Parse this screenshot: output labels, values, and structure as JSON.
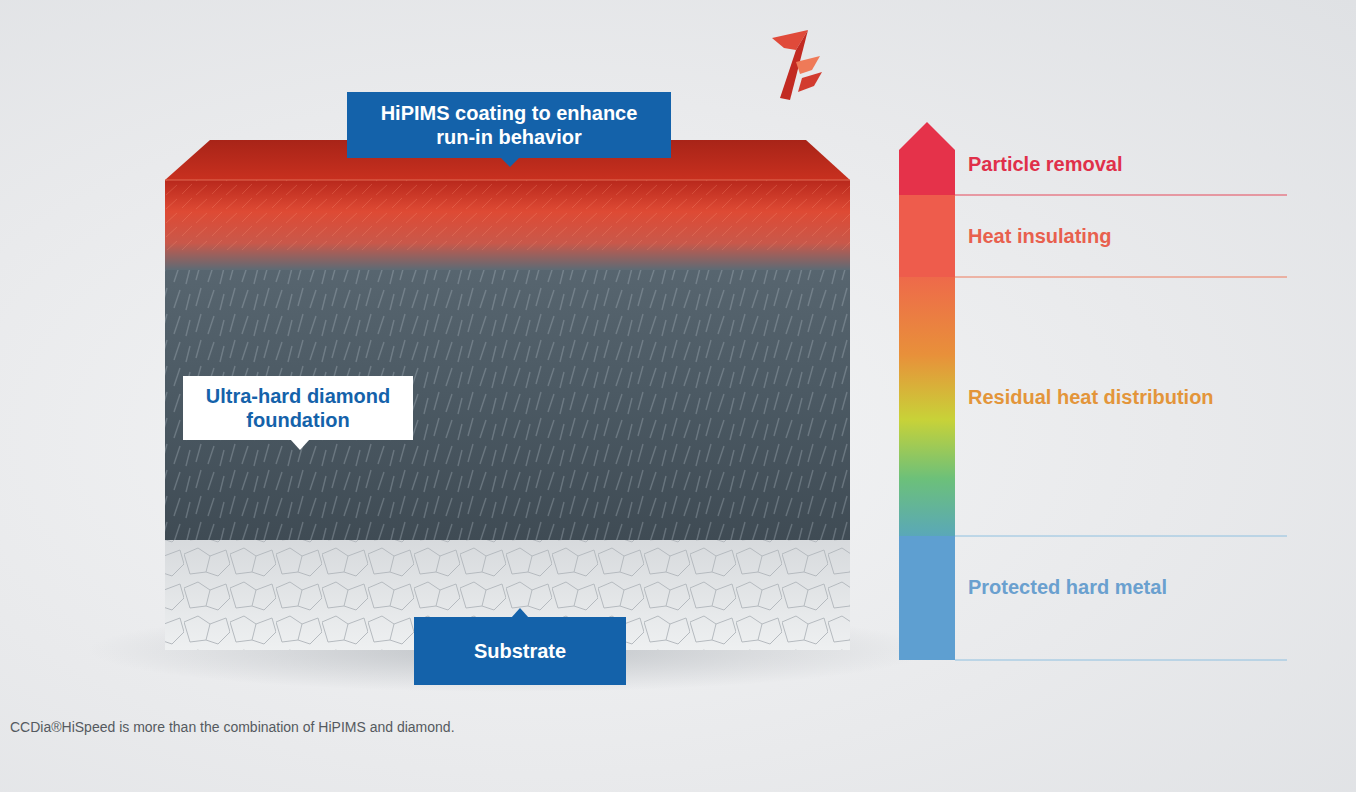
{
  "diagram": {
    "caption": "CCDia®HiSpeed is more than the combination of HiPIMS and diamond.",
    "nodes": [
      {
        "text": [
          "HiPIMS coating to enhance run-in behavior"
        ]
      },
      {
        "text": [
          "Ultra-hard diamond foundation"
        ]
      },
      {
        "text": [
          "Substrate"
        ]
      }
    ],
    "labels": [
      "Particle removal",
      "Heat insulating",
      "Residual heat distribution",
      "Protected hard metal"
    ]
  }
}
